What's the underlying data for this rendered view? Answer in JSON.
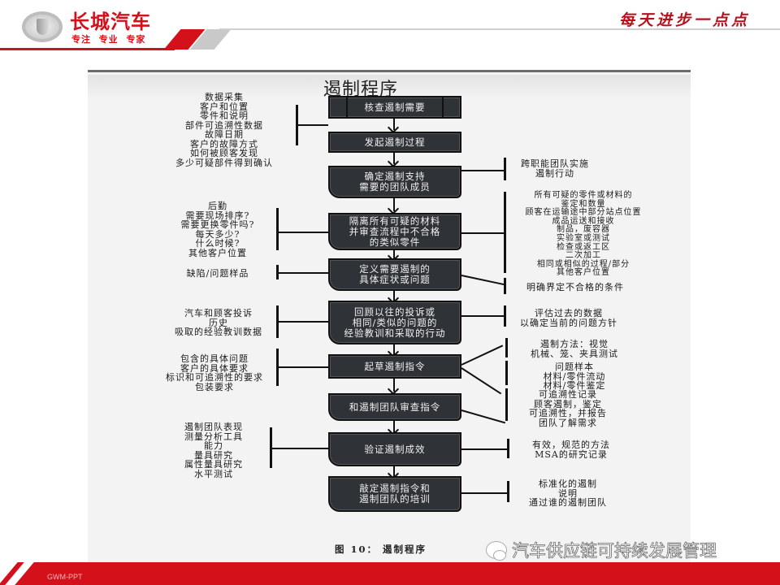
{
  "header": {
    "brand_name": "长城汽车",
    "brand_slogan": "专注  专业  专家",
    "motto": "每天进步一点点"
  },
  "diagram": {
    "title": "遏制程序",
    "caption": "图 10： 遏制程序",
    "steps": [
      {
        "id": 1,
        "lines": [
          "核查遏制需要"
        ]
      },
      {
        "id": 2,
        "lines": [
          "发起遏制过程"
        ]
      },
      {
        "id": 3,
        "lines": [
          "确定遏制支持",
          "需要的团队成员"
        ]
      },
      {
        "id": 4,
        "lines": [
          "隔离所有可疑的材料",
          "并审查流程中不合格",
          "的类似零件"
        ]
      },
      {
        "id": 5,
        "lines": [
          "定义需要遏制的",
          "具体症状或问题"
        ]
      },
      {
        "id": 6,
        "lines": [
          "回顾以往的投诉或",
          "相同/类似的问题的",
          "经验教训和采取的行动"
        ]
      },
      {
        "id": 7,
        "lines": [
          "起草遏制指令"
        ]
      },
      {
        "id": 8,
        "lines": [
          "和遏制团队审查指令"
        ]
      },
      {
        "id": 9,
        "lines": [
          "验证遏制成效"
        ]
      },
      {
        "id": 10,
        "lines": [
          "敲定遏制指令和",
          "遏制团队的培训"
        ]
      }
    ],
    "left_notes": [
      {
        "attached_to": 1,
        "lines": [
          "数据采集",
          "客户和位置",
          "零件和说明",
          "部件可追溯性数据",
          "故障日期",
          "客户的故障方式",
          "如何被顾客发现",
          "多少可疑部件得到确认"
        ]
      },
      {
        "attached_to": 4,
        "lines": [
          "后勤",
          "需要现场排序?",
          "需要更换零件吗?",
          "每天多少?",
          "什么时候?",
          "其他客户位置"
        ]
      },
      {
        "attached_to": 5,
        "lines": [
          "缺陷/问题样品"
        ]
      },
      {
        "attached_to": 6,
        "lines": [
          "汽车和顾客投诉",
          "历史",
          "吸取的经验教训数据"
        ]
      },
      {
        "attached_to": 7,
        "lines": [
          "包含的具体问题",
          "客户的具体要求",
          "标识和可追溯性的要求",
          "包装要求"
        ]
      },
      {
        "attached_to": 9,
        "lines": [
          "遏制团队表现",
          "测量分析工具",
          "能力",
          "量具研究",
          "属性量具研究",
          "水平测试"
        ]
      }
    ],
    "right_notes": [
      {
        "attached_to": 3,
        "lines": [
          "跨职能团队实施",
          "遏制行动"
        ]
      },
      {
        "attached_to": 4,
        "lines": [
          "所有可疑的零件或材料的",
          "鉴定和数量",
          "顾客在运输途中部分站点位置",
          "成品运送和接收",
          "制品，废容器",
          "实验室或测试",
          "检查或返工区",
          "二次加工",
          "相同或相似的过程/部分",
          "其他客户位置"
        ]
      },
      {
        "attached_to": 5,
        "lines": [
          "明确界定不合格的条件"
        ]
      },
      {
        "attached_to": 6,
        "lines": [
          "评估过去的数据",
          "以确定当前的问题方针"
        ]
      },
      {
        "attached_to": 7,
        "lines": [
          "遏制方法：视觉",
          "机械、笼、夹具测试"
        ]
      },
      {
        "attached_to": 7,
        "lines": [
          "问题样本",
          "材料/零件流动",
          "材料/零件鉴定"
        ]
      },
      {
        "attached_to": 8,
        "lines": [
          "可追溯性记录",
          "顾客遏制，鉴定",
          "可追溯性，并报告",
          "团队了解需求"
        ]
      },
      {
        "attached_to": 9,
        "lines": [
          "有效，规范的方法",
          "MSA的研究记录"
        ]
      },
      {
        "attached_to": 10,
        "lines": [
          "标准化的遏制",
          "说明",
          "通过谁的遏制团队"
        ]
      }
    ]
  },
  "watermark": {
    "icon": "wechat-icon",
    "text": "汽车供应链可持续发展管理"
  },
  "footer": {
    "label": "GWM-PPT"
  },
  "colors": {
    "brand_red": "#d4101b",
    "box_fill": "#2f3338",
    "page_bg": "#ffffff",
    "scan_bg": "#f3f3f3"
  }
}
